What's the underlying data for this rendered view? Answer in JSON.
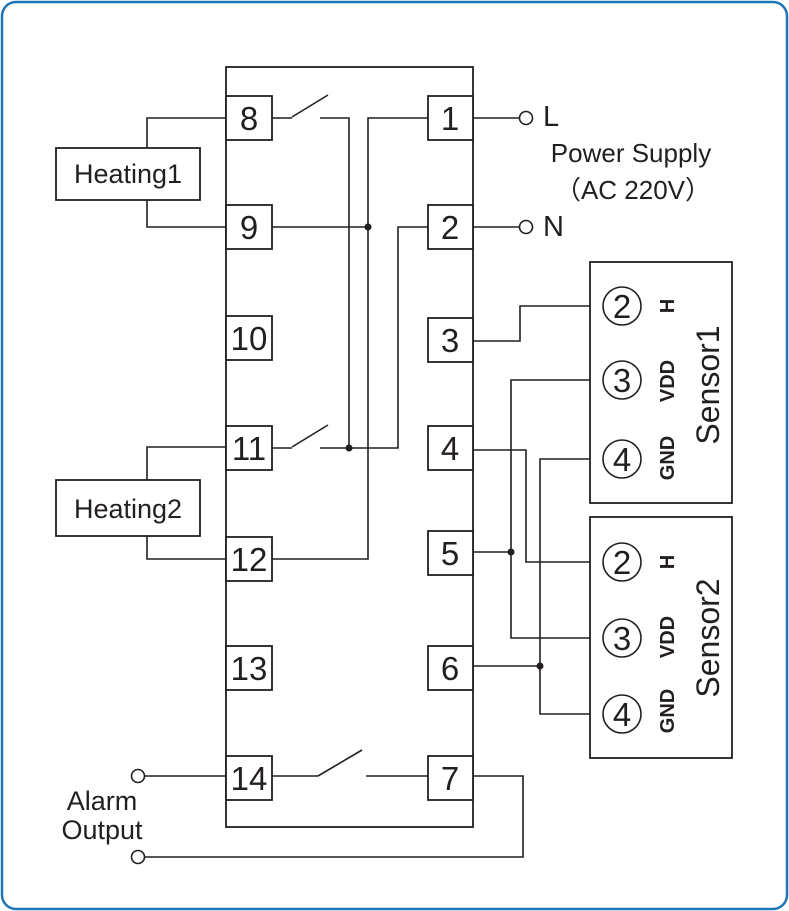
{
  "colors": {
    "frame": "#1f75b6",
    "line": "#231f20",
    "background": "#ffffff"
  },
  "terminals": {
    "t1": "1",
    "t2": "2",
    "t3": "3",
    "t4": "4",
    "t5": "5",
    "t6": "6",
    "t7": "7",
    "t8": "8",
    "t9": "9",
    "t10": "10",
    "t11": "11",
    "t12": "12",
    "t13": "13",
    "t14": "14"
  },
  "loads": {
    "heating1": "Heating1",
    "heating2": "Heating2"
  },
  "power": {
    "line": "L",
    "neutral": "N",
    "title": "Power Supply",
    "spec": "（AC 220V）"
  },
  "alarm": {
    "line1": "Alarm",
    "line2": "Output"
  },
  "sensor1": {
    "title": "Sensor1",
    "pins": [
      "2",
      "3",
      "4"
    ],
    "pin_labels": [
      "H",
      "VDD",
      "GND"
    ]
  },
  "sensor2": {
    "title": "Sensor2",
    "pins": [
      "2",
      "3",
      "4"
    ],
    "pin_labels": [
      "H",
      "VDD",
      "GND"
    ]
  }
}
